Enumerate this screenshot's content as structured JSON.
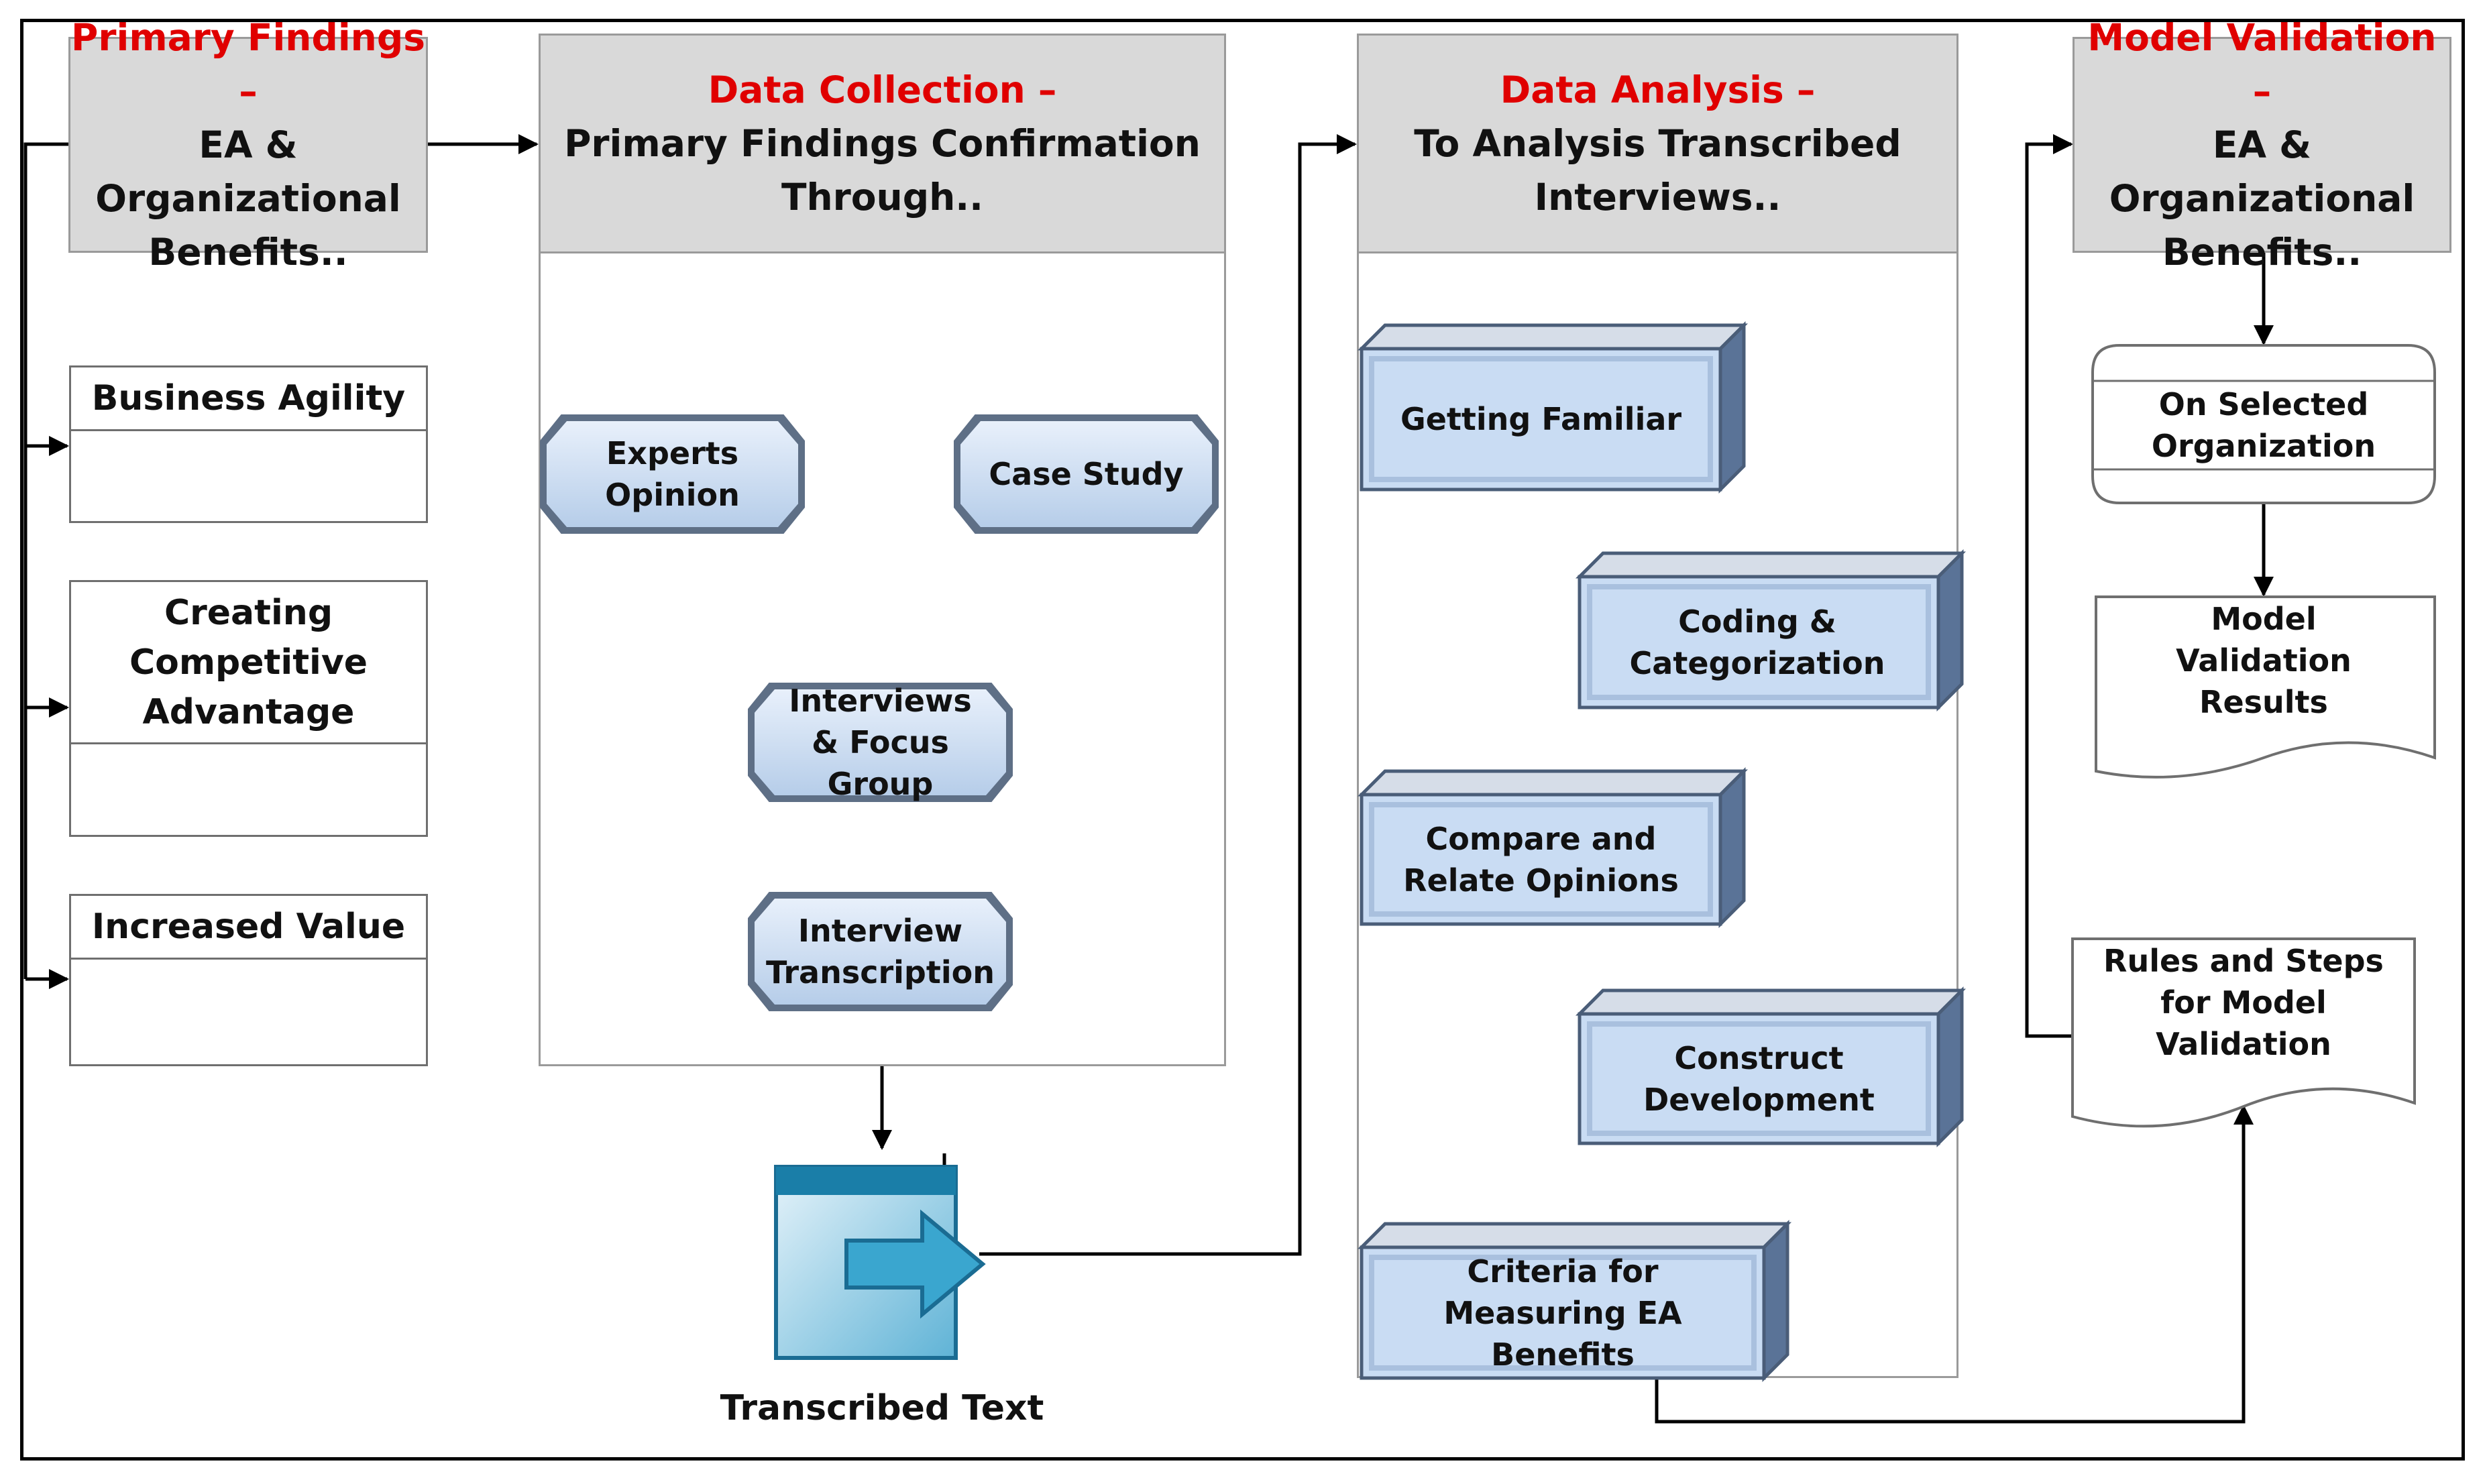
{
  "primary_findings": {
    "title_red": "Primary Findings –",
    "title_lines": [
      "EA &",
      "Organizational",
      "Benefits.."
    ]
  },
  "benefits": [
    {
      "label": "Business Agility"
    },
    {
      "label": "Creating Competitive Advantage"
    },
    {
      "label": "Increased Value"
    }
  ],
  "data_collection": {
    "title_red": "Data Collection –",
    "title_lines": [
      "Primary Findings Confirmation",
      "Through.."
    ],
    "steps": {
      "experts_opinion": "Experts Opinion",
      "case_study": "Case Study",
      "interviews": "Interviews & Focus Group",
      "transcription": "Interview Transcription"
    },
    "output": "Transcribed Text"
  },
  "data_analysis": {
    "title_red": "Data Analysis –",
    "title_lines": [
      "To Analysis Transcribed",
      "Interviews.."
    ],
    "steps": {
      "getting_familiar": "Getting Familiar",
      "coding": "Coding & Categorization",
      "compare": "Compare and Relate Opinions",
      "construct": "Construct Development",
      "criteria": "Criteria for Measuring EA Benefits"
    }
  },
  "model_validation": {
    "title_red": "Model Validation –",
    "title_lines": [
      "EA &",
      "Organizational",
      "Benefits.."
    ],
    "selected_org": "On Selected Organization",
    "results": "Model Validation Results",
    "rules": "Rules and Steps for Model Validation"
  },
  "colors": {
    "accent_red": "#e00000",
    "header_gray": "#d9d9d9",
    "step_blue": "#c9dcf3",
    "doc_teal": "#1a7ea8"
  }
}
